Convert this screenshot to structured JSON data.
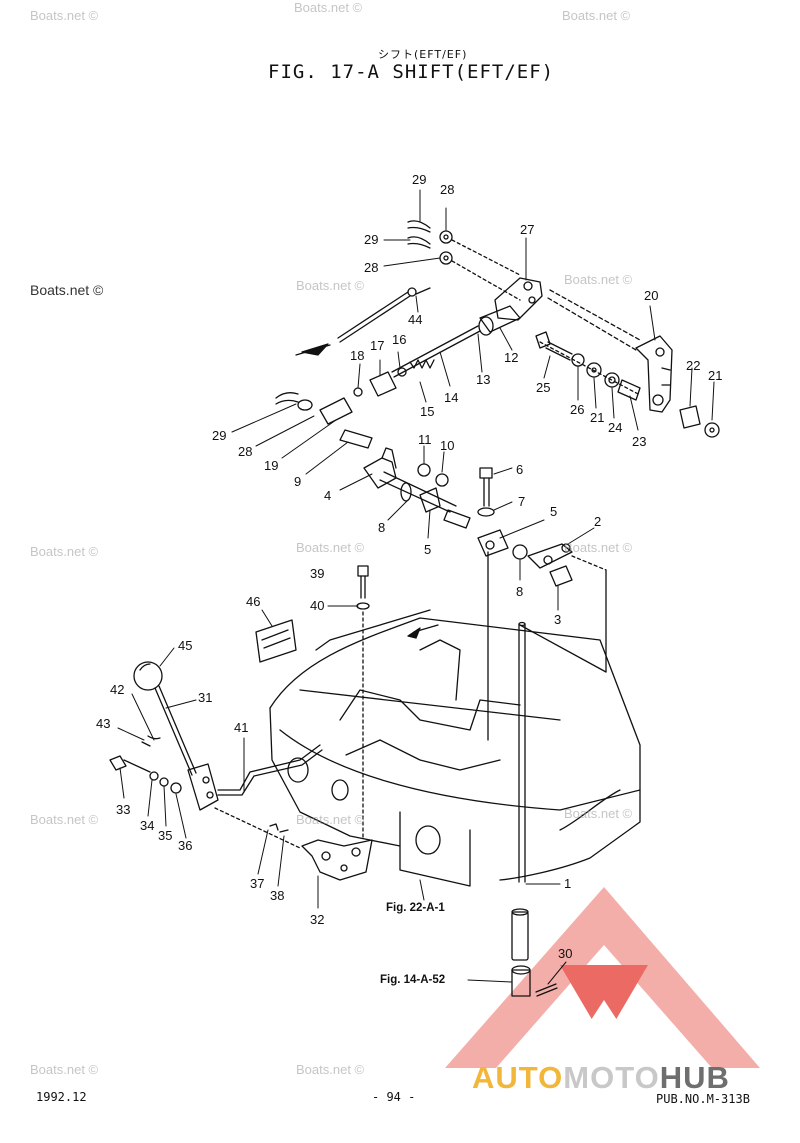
{
  "header": {
    "subtitle": "シフト(EFT/EF)",
    "title": "FIG. 17-A SHIFT(EFT/EF)"
  },
  "watermarks": {
    "text": "Boats.net ©"
  },
  "parts": {
    "p1": "1",
    "p2": "2",
    "p3": "3",
    "p4": "4",
    "p5a": "5",
    "p5b": "5",
    "p6": "6",
    "p7": "7",
    "p8a": "8",
    "p8b": "8",
    "p9": "9",
    "p10": "10",
    "p11": "11",
    "p12": "12",
    "p13": "13",
    "p14": "14",
    "p15": "15",
    "p16": "16",
    "p17": "17",
    "p18": "18",
    "p19": "19",
    "p20": "20",
    "p21a": "21",
    "p21b": "21",
    "p22": "22",
    "p23": "23",
    "p24": "24",
    "p25": "25",
    "p26": "26",
    "p27": "27",
    "p28a": "28",
    "p28b": "28",
    "p28c": "28",
    "p29a": "29",
    "p29b": "29",
    "p29c": "29",
    "p30": "30",
    "p31": "31",
    "p32": "32",
    "p33": "33",
    "p34": "34",
    "p35": "35",
    "p36": "36",
    "p37": "37",
    "p38": "38",
    "p39": "39",
    "p40": "40",
    "p41": "41",
    "p42": "42",
    "p43": "43",
    "p44": "44",
    "p45": "45",
    "p46": "46"
  },
  "references": {
    "fig22": "Fig. 22-A-1",
    "fig14": "Fig. 14-A-52"
  },
  "footer": {
    "date": "1992.12",
    "page": "- 94 -",
    "pub": "PUB.NO.M-313B"
  },
  "brand": {
    "part1": "AUTO",
    "part2": "MOTO",
    "part3": "HUB",
    "accent": "#e8524a",
    "accent_light": "#f3a19c"
  }
}
